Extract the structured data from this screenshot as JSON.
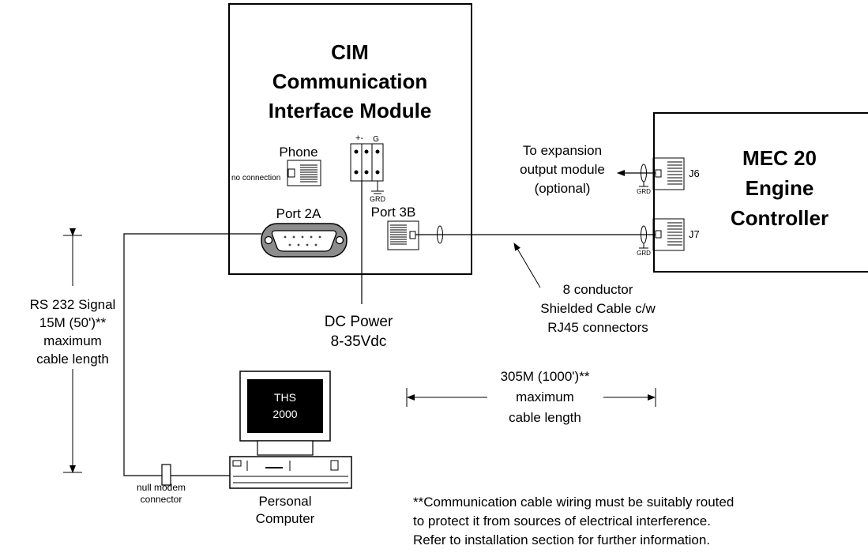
{
  "cim": {
    "title_line1": "CIM",
    "title_line2": "Communication",
    "title_line3": "Interface Module"
  },
  "phone": {
    "label": "Phone",
    "no_connection": "no connection"
  },
  "power_terminal": {
    "plus_minus": "+-",
    "g": "G",
    "grd": "GRD"
  },
  "port2a": {
    "label": "Port 2A"
  },
  "port3b": {
    "label": "Port 3B"
  },
  "dc_power": {
    "line1": "DC Power",
    "line2": "8-35Vdc"
  },
  "rs232": {
    "line1": "RS 232 Signal",
    "line2": "15M (50')**",
    "line3": "maximum",
    "line4": "cable length"
  },
  "null_modem": {
    "line1": "null modem",
    "line2": "connector"
  },
  "computer": {
    "screen_line1": "THS",
    "screen_line2": "2000",
    "label_line1": "Personal",
    "label_line2": "Computer"
  },
  "mec": {
    "title_line1": "MEC 20",
    "title_line2": "Engine",
    "title_line3": "Controller",
    "j6": "J6",
    "j7": "J7",
    "grd_j6": "GRD",
    "grd_j7": "GRD"
  },
  "expansion": {
    "line1": "To expansion",
    "line2": "output module",
    "line3": "(optional)"
  },
  "cable": {
    "line1": "8 conductor",
    "line2": "Shielded Cable c/w",
    "line3": "RJ45 connectors"
  },
  "distance": {
    "line1": "305M (1000')**",
    "line2": "maximum",
    "line3": "cable length"
  },
  "note": {
    "line1": "**Communication cable wiring must be suitably routed",
    "line2": "to protect it from sources of electrical interference.",
    "line3": "Refer to installation section for further information."
  }
}
